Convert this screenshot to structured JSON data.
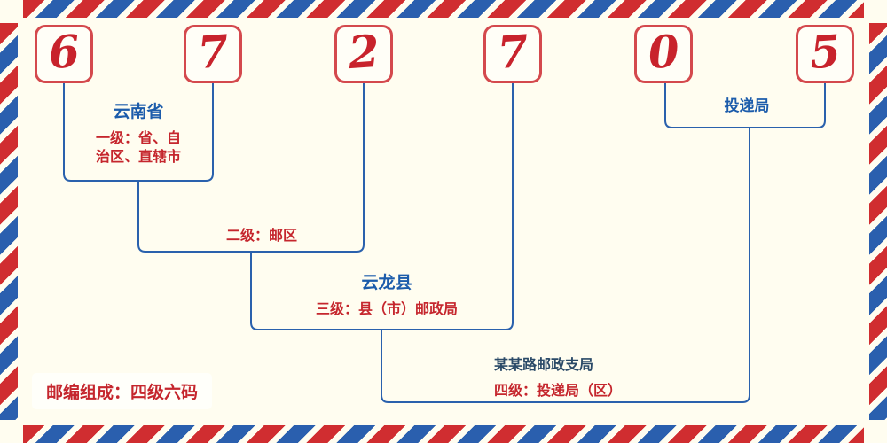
{
  "diagram": {
    "digits": [
      "6",
      "7",
      "2",
      "7",
      "0",
      "5"
    ],
    "level1": {
      "region": "云南省",
      "desc_line1": "一级：省、自",
      "desc_line2": "治区、直辖市"
    },
    "level2": {
      "desc": "二级：邮区"
    },
    "level3": {
      "region": "云龙县",
      "desc": "三级：县（市）邮政局"
    },
    "level4": {
      "office": "某某路邮政支局",
      "desc": "四级：投递局（区）"
    },
    "delivery_office_label": "投递局",
    "composition_note": "邮编组成：四级六码"
  },
  "colors": {
    "background": "#fffdf0",
    "stripe_red": "#d02d30",
    "stripe_blue": "#2a5fae",
    "box_border_red": "#d4494d",
    "digit_red": "#c8232c",
    "line_blue": "#2a61ad",
    "label_blue": "#1c5cab",
    "label_red": "#c5262d",
    "label_dark": "#2b4a68",
    "badge_bg": "#fffffa"
  }
}
